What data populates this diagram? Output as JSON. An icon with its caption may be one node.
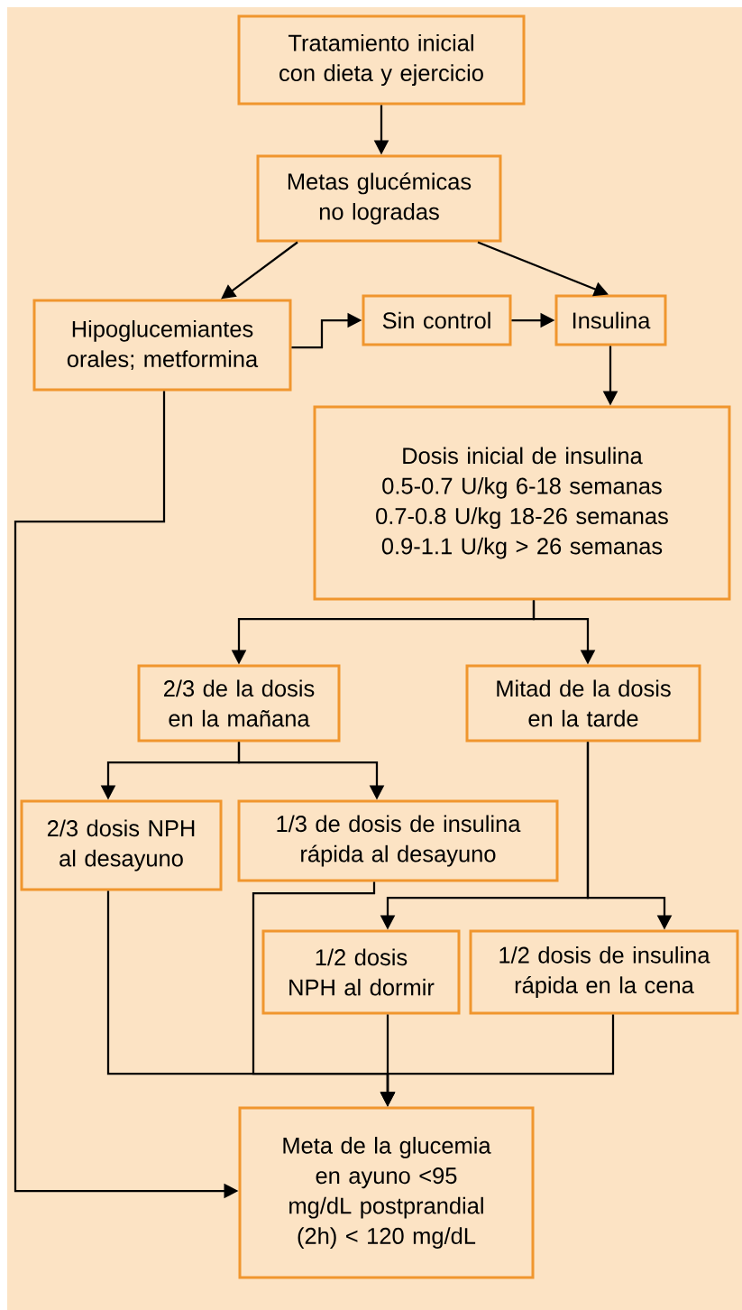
{
  "diagram": {
    "nodes": [
      {
        "text": [
          "Tratamiento inicial con dieta y ejercicio"
        ]
      },
      {
        "text": [
          "Metas glucémicas no logradas"
        ]
      },
      {
        "text": [
          "Hipoglucemiantes orales; metformina"
        ]
      },
      {
        "text": [
          "Sin control"
        ]
      },
      {
        "text": [
          "Insulina"
        ]
      },
      {
        "text": [
          "Dosis inicial de insulina",
          "0.5-0.7 U/kg 6-18 semanas",
          "0.7-0.8 U/kg 18-26 semanas",
          "0.9-1.1 U/kg > 26 semanas"
        ]
      },
      {
        "text": [
          "2/3 de la dosis en la mañana"
        ]
      },
      {
        "text": [
          "Mitad de la dosis en la tarde"
        ]
      },
      {
        "text": [
          "2/3 dosis NPH al desayuno"
        ]
      },
      {
        "text": [
          "1/3 de dosis de insulina rápida al desayuno"
        ]
      },
      {
        "text": [
          "1/2 dosis NPH al dormir"
        ]
      },
      {
        "text": [
          "1/2 dosis de insulina rápida en la cena"
        ]
      },
      {
        "text": [
          "Meta de la glucemia en ayuno <95 mg/dL postprandial (2h) < 120 mg/dL"
        ]
      }
    ],
    "edges": [
      {
        "from": 0,
        "to": 1,
        "arrow": "to"
      },
      {
        "from": 1,
        "to": 2,
        "arrow": "to"
      },
      {
        "from": 1,
        "to": 4,
        "arrow": "to"
      },
      {
        "from": 2,
        "to": 3,
        "arrow": "to"
      },
      {
        "from": 3,
        "to": 4,
        "arrow": "to"
      },
      {
        "from": 4,
        "to": 5,
        "arrow": "to"
      },
      {
        "from": 5,
        "to": 6,
        "arrow": "to"
      },
      {
        "from": 5,
        "to": 7,
        "arrow": "to"
      },
      {
        "from": 6,
        "to": 8,
        "arrow": "to"
      },
      {
        "from": 6,
        "to": 9,
        "arrow": "to"
      },
      {
        "from": 7,
        "to": 10,
        "arrow": "to"
      },
      {
        "from": 7,
        "to": 11,
        "arrow": "to"
      },
      {
        "from": 2,
        "to": 12,
        "arrow": "to"
      },
      {
        "from": 8,
        "to": 12,
        "arrow": "to"
      },
      {
        "from": 9,
        "to": 12,
        "arrow": "to"
      },
      {
        "from": 10,
        "to": 12,
        "arrow": "to"
      },
      {
        "from": 11,
        "to": 12,
        "arrow": "to"
      }
    ]
  }
}
